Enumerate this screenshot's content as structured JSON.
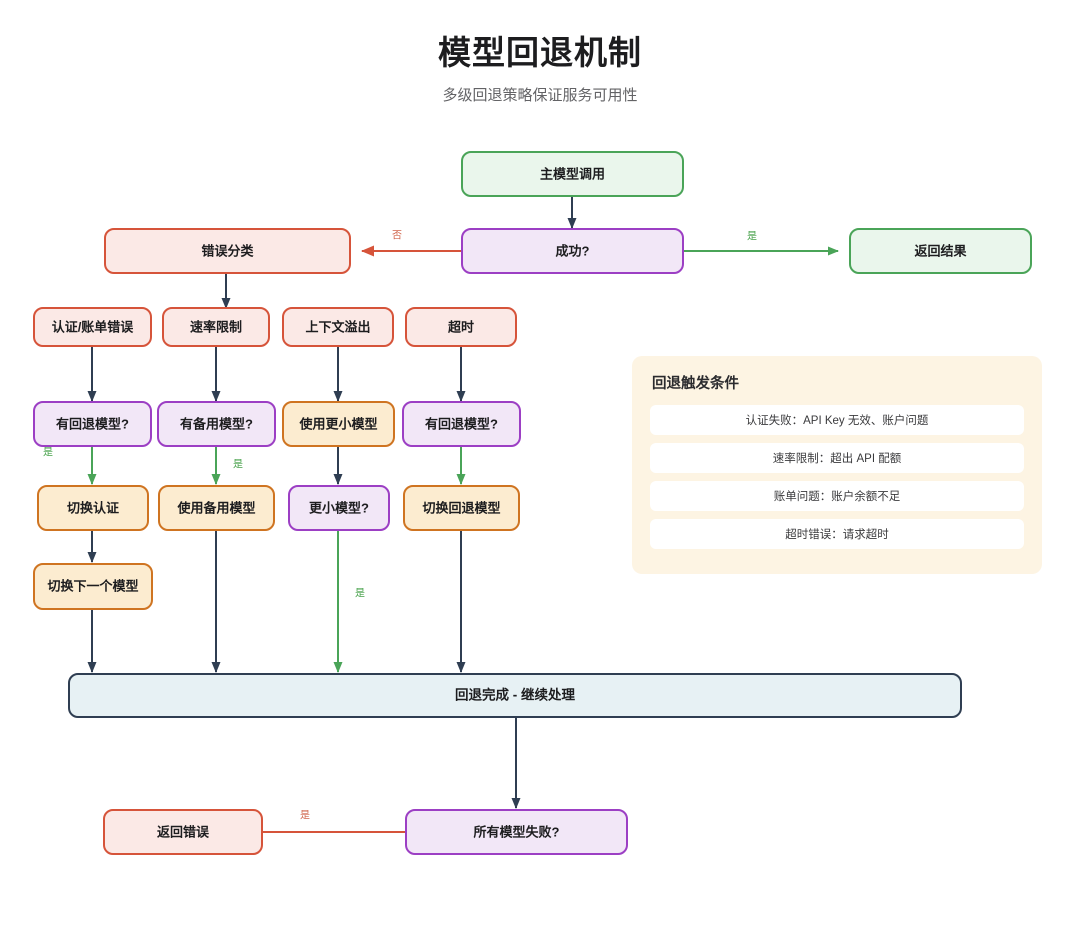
{
  "header": {
    "title": "模型回退机制",
    "subtitle": "多级回退策略保证服务可用性"
  },
  "chart_data": {
    "type": "diagram",
    "title": "模型回退机制",
    "nodes": [
      {
        "id": "primary",
        "label": "主模型调用",
        "style": "green"
      },
      {
        "id": "success",
        "label": "成功?",
        "style": "purple"
      },
      {
        "id": "result",
        "label": "返回结果",
        "style": "green"
      },
      {
        "id": "classify",
        "label": "错误分类",
        "style": "red"
      },
      {
        "id": "err_auth",
        "label": "认证/账单错误",
        "style": "red"
      },
      {
        "id": "err_rate",
        "label": "速率限制",
        "style": "red"
      },
      {
        "id": "err_ctx",
        "label": "上下文溢出",
        "style": "red"
      },
      {
        "id": "err_timeout",
        "label": "超时",
        "style": "red"
      },
      {
        "id": "q_fallback1",
        "label": "有回退模型?",
        "style": "purple"
      },
      {
        "id": "q_backup",
        "label": "有备用模型?",
        "style": "purple"
      },
      {
        "id": "use_smaller",
        "label": "使用更小模型",
        "style": "orange"
      },
      {
        "id": "q_fallback2",
        "label": "有回退模型?",
        "style": "purple"
      },
      {
        "id": "switch_auth",
        "label": "切换认证",
        "style": "orange"
      },
      {
        "id": "use_backup",
        "label": "使用备用模型",
        "style": "orange"
      },
      {
        "id": "q_smaller",
        "label": "更小模型?",
        "style": "purple"
      },
      {
        "id": "switch_fb",
        "label": "切换回退模型",
        "style": "orange"
      },
      {
        "id": "switch_next",
        "label": "切换下一个模型",
        "style": "orange"
      },
      {
        "id": "done",
        "label": "回退完成 - 继续处理",
        "style": "blue"
      },
      {
        "id": "all_failed",
        "label": "所有模型失败?",
        "style": "purple"
      },
      {
        "id": "return_err",
        "label": "返回错误",
        "style": "red"
      }
    ],
    "edges": [
      {
        "from": "primary",
        "to": "success",
        "label": "",
        "color": "dark"
      },
      {
        "from": "success",
        "to": "result",
        "label": "是",
        "color": "green"
      },
      {
        "from": "success",
        "to": "classify",
        "label": "否",
        "color": "red"
      },
      {
        "from": "classify",
        "to": "err_rate",
        "label": "",
        "color": "dark"
      },
      {
        "from": "err_auth",
        "to": "q_fallback1",
        "label": "",
        "color": "dark"
      },
      {
        "from": "err_rate",
        "to": "q_backup",
        "label": "",
        "color": "dark"
      },
      {
        "from": "err_ctx",
        "to": "use_smaller",
        "label": "",
        "color": "dark"
      },
      {
        "from": "err_timeout",
        "to": "q_fallback2",
        "label": "",
        "color": "dark"
      },
      {
        "from": "q_fallback1",
        "to": "switch_auth",
        "label": "是",
        "color": "green"
      },
      {
        "from": "q_backup",
        "to": "use_backup",
        "label": "是",
        "color": "green"
      },
      {
        "from": "use_smaller",
        "to": "q_smaller",
        "label": "",
        "color": "dark"
      },
      {
        "from": "q_fallback2",
        "to": "switch_fb",
        "label": "",
        "color": "green"
      },
      {
        "from": "switch_auth",
        "to": "switch_next",
        "label": "",
        "color": "dark"
      },
      {
        "from": "switch_next",
        "to": "done",
        "label": "",
        "color": "dark"
      },
      {
        "from": "use_backup",
        "to": "done",
        "label": "",
        "color": "dark"
      },
      {
        "from": "q_smaller",
        "to": "done",
        "label": "是",
        "color": "green"
      },
      {
        "from": "switch_fb",
        "to": "done",
        "label": "",
        "color": "dark"
      },
      {
        "from": "done",
        "to": "all_failed",
        "label": "",
        "color": "dark"
      },
      {
        "from": "all_failed",
        "to": "return_err",
        "label": "是",
        "color": "red"
      }
    ],
    "edge_labels": [
      "是",
      "否"
    ]
  },
  "legend": {
    "title": "回退触发条件",
    "items": [
      "认证失败：API Key 无效、账户问题",
      "速率限制：超出 API 配额",
      "账单问题：账户余额不足",
      "超时错误：请求超时"
    ]
  },
  "colors": {
    "green_border": "#4aa458",
    "green_fill": "#eaf6ec",
    "purple_border": "#9c3fc4",
    "purple_fill": "#f2e7f7",
    "red_border": "#d6543a",
    "red_fill": "#fbe9e6",
    "orange_border": "#cf7421",
    "orange_fill": "#fcecd0",
    "blue_border": "#2f3e52",
    "blue_fill": "#e7f1f4",
    "arrow_dark": "#2f3e52",
    "arrow_green": "#4aa458",
    "arrow_red": "#d6543a",
    "panel_bg": "#fdf4e3",
    "title_color": "#1d1d1f",
    "subtitle_color": "#636366"
  }
}
